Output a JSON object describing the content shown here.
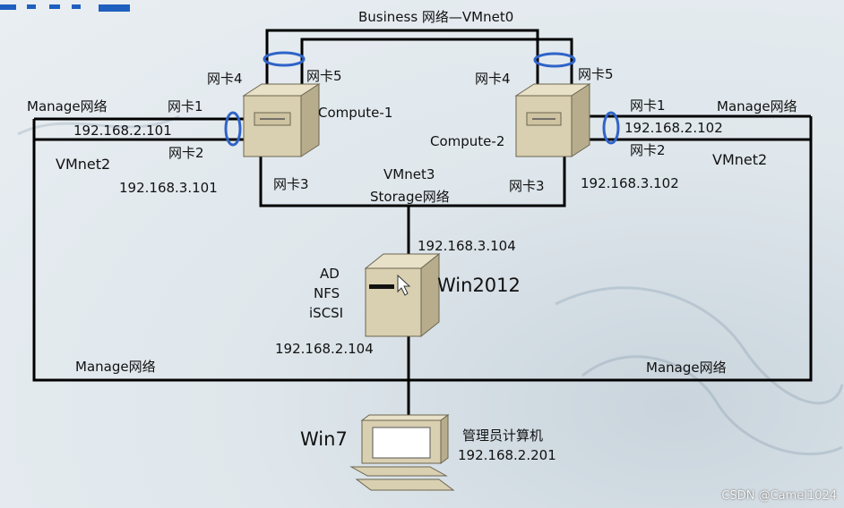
{
  "diagram": {
    "business_net": "Business 网络—VMnet0",
    "storage_net": [
      "VMnet3",
      "Storage网络"
    ],
    "compute1": {
      "name": "Compute-1",
      "nic1": "网卡1",
      "nic2": "网卡2",
      "nic3": "网卡3",
      "nic4": "网卡4",
      "nic5": "网卡5",
      "manage_label": "Manage网络",
      "manage_ip": "192.168.2.101",
      "vmnet2": "VMnet2",
      "storage_ip": "192.168.3.101"
    },
    "compute2": {
      "name": "Compute-2",
      "nic1": "网卡1",
      "nic2": "网卡2",
      "nic3": "网卡3",
      "nic4": "网卡4",
      "nic5": "网卡5",
      "manage_label": "Manage网络",
      "manage_ip": "192.168.2.102",
      "vmnet2": "VMnet2",
      "storage_ip": "192.168.3.102"
    },
    "server": {
      "name": "Win2012",
      "roles": [
        "AD",
        "NFS",
        "iSCSI"
      ],
      "storage_ip": "192.168.3.104",
      "manage_ip": "192.168.2.104"
    },
    "bottom_manage_left": "Manage网络",
    "bottom_manage_right": "Manage网络",
    "client": {
      "name": "Win7",
      "role": "管理员计算机",
      "ip": "192.168.2.201"
    }
  },
  "watermark": "CSDN @Camel1024",
  "colors": {
    "ring": "#2f63c8",
    "line": "#000000",
    "device": "#d9cfb1"
  }
}
